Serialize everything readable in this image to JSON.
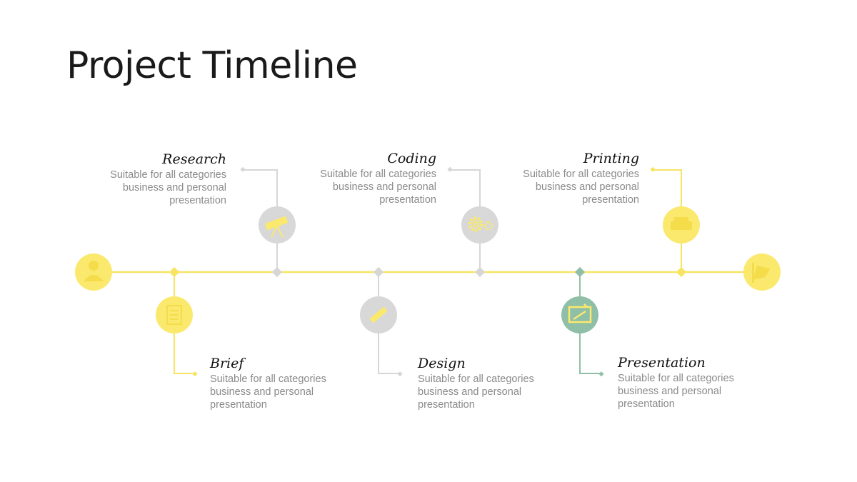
{
  "title": "Project Timeline",
  "colors": {
    "yellow": "#fbe96e",
    "gray": "#d8d8d8",
    "teal": "#8fbfa6",
    "line_yellow": "#f7e463",
    "line_gray": "#d6d6d6",
    "line_teal": "#8fbfa6"
  },
  "endpoints": [
    {
      "icon": "person-icon",
      "color": "yellow"
    },
    {
      "icon": "flag-icon",
      "color": "yellow"
    }
  ],
  "stages": [
    {
      "name": "Brief",
      "description": "Suitable for all categories business and personal presentation",
      "icon": "document-icon",
      "color": "yellow",
      "side": "below"
    },
    {
      "name": "Research",
      "description": "Suitable for all categories business and personal presentation",
      "icon": "telescope-icon",
      "color": "gray",
      "side": "above"
    },
    {
      "name": "Design",
      "description": "Suitable for all categories business and personal presentation",
      "icon": "pencil-icon",
      "color": "gray",
      "side": "below"
    },
    {
      "name": "Coding",
      "description": "Suitable for all categories business and personal presentation",
      "icon": "gears-icon",
      "color": "gray",
      "side": "above"
    },
    {
      "name": "Presentation",
      "description": "Suitable for all categories business and personal presentation",
      "icon": "easel-icon",
      "color": "teal",
      "side": "below"
    },
    {
      "name": "Printing",
      "description": "Suitable for all categories business and personal presentation",
      "icon": "printer-icon",
      "color": "yellow",
      "side": "above"
    }
  ]
}
